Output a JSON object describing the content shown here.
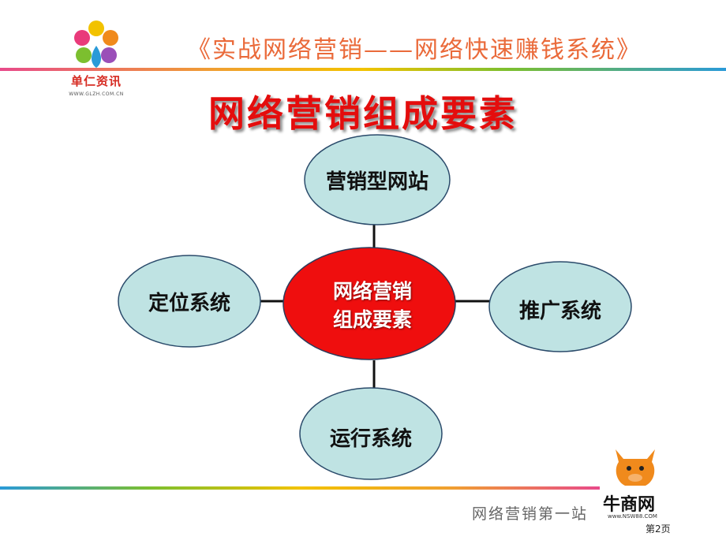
{
  "brand": {
    "logo_name": "单仁资讯",
    "logo_url": "WWW.GLZH.COM.CN"
  },
  "header": {
    "course_title": "《实战网络营销——网络快速赚钱系统》"
  },
  "slide": {
    "title": "网络营销组成要素"
  },
  "diagram": {
    "center": {
      "line1": "网络营销",
      "line2": "组成要素"
    },
    "top": "营销型网站",
    "right": "推广系统",
    "bottom": "运行系统",
    "left": "定位系统"
  },
  "footer": {
    "slogan": "网络营销第一站",
    "brand": "牛商网",
    "brand_url": "www.NSW88.COM",
    "page": "第2页"
  },
  "colors": {
    "center_fill": "#ef0e0e",
    "node_fill": "#bfe3e3",
    "title_red": "#e40d0d",
    "header_orange": "#ea6a3a"
  }
}
